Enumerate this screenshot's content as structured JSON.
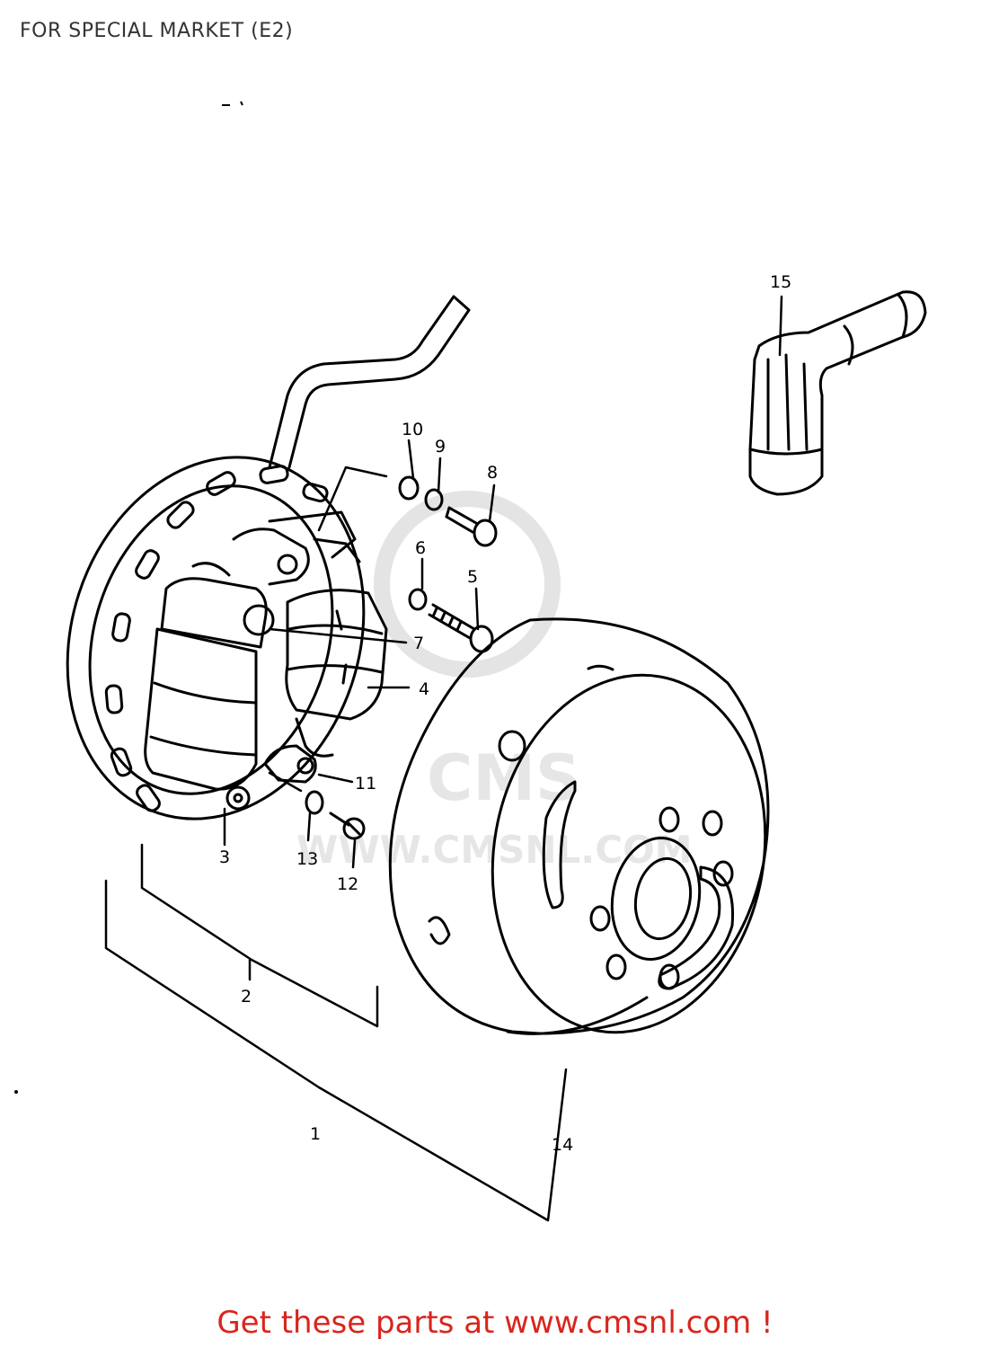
{
  "header": {
    "title": "FOR SPECIAL MARKET (E2)"
  },
  "watermark": {
    "text": "WWW.CMSNL.COM",
    "logo": "CMS"
  },
  "callouts": {
    "c1": "1",
    "c2": "2",
    "c3": "3",
    "c4": "4",
    "c5": "5",
    "c6": "6",
    "c7": "7",
    "c8": "8",
    "c9": "9",
    "c10": "10",
    "c11": "11",
    "c12": "12",
    "c13": "13",
    "c14": "14",
    "c15": "15"
  },
  "footer": {
    "link_text": "Get these parts at www.cmsnl.com !"
  },
  "colors": {
    "footer": "#d9251c",
    "line": "#000000",
    "watermark": "#e6e6e6"
  }
}
